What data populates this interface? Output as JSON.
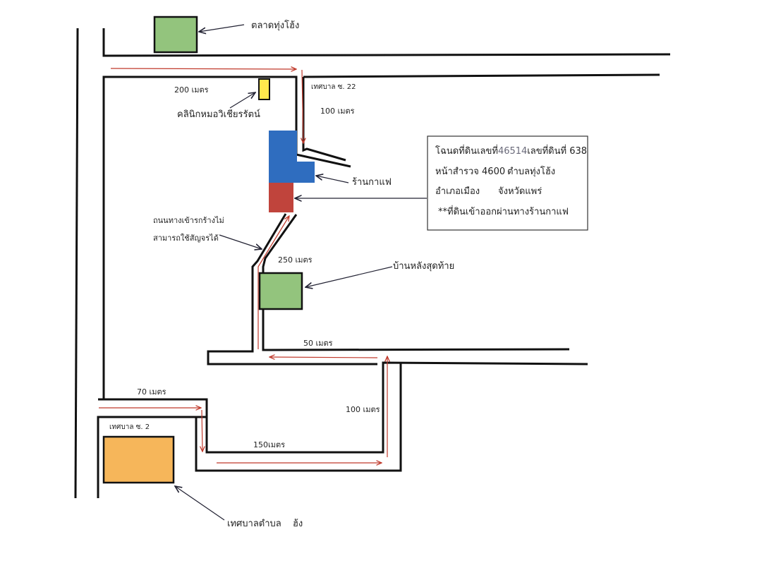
{
  "colors": {
    "road": "#111111",
    "route_arrow": "#c0392b",
    "leader_line": "#222233",
    "market": "#93c47d",
    "clinic": "#ffe84d",
    "coffee_shop": "#2f6dbf",
    "land_plot": "#c0443c",
    "last_house": "#93c47d",
    "municipality_office": "#f6b65a"
  },
  "labels": {
    "market": "ตลาดทุ่งโฮ้ง",
    "clinic": "คลินิกหมอวิเชียรรัตน์",
    "soi22": "เทศบาล ซ. 22",
    "coffee_shop": "ร้านกาแฟ",
    "road_note_line1": "ถนนทางเข้ารกร้างไม่",
    "road_note_line2": "สามารถใช้สัญจรได้",
    "last_house": "บ้านหลังสุดท้าย",
    "soi2": "เทศบาล ซ. 2",
    "municipality_office": "เทศบาลตำบล",
    "municipality_office_tail": "ฮ้ง"
  },
  "distances": {
    "d200": "200 เมตร",
    "d100_top": "100 เมตร",
    "d250": "250 เมตร",
    "d50": "50 เมตร",
    "d70": "70 เมตร",
    "d100_bottom": "100 เมตร",
    "d150": "150เมตร"
  },
  "info_box": {
    "line1_prefix": "โฉนดที่ดินเลขที่",
    "deed_number": "46514",
    "line1_suffix": "เลขที่ดินที่ 638",
    "line2_a": "หน้าสำรวจ 4600",
    "line2_b": "ตำบลทุ่งโฮ้ง",
    "line3_a": "อำเภอเมือง",
    "line3_b": "จังหวัดแพร่",
    "line4": "**ที่ดินเข้าออกผ่านทางร้านกาแฟ"
  }
}
